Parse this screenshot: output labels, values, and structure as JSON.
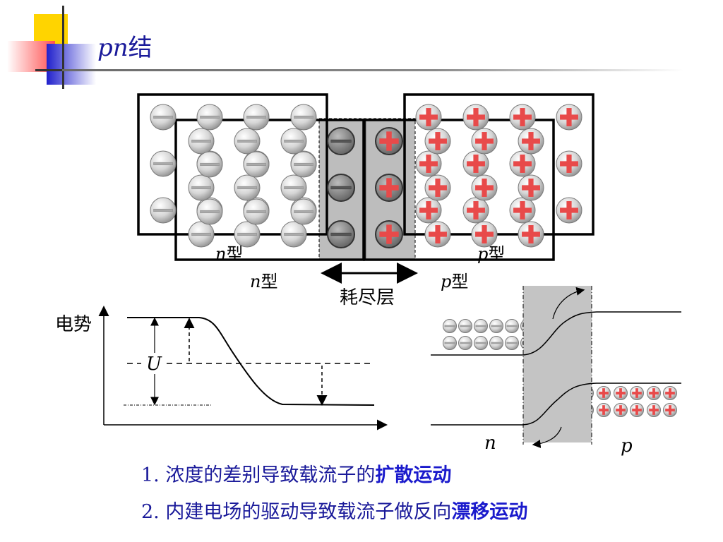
{
  "title": {
    "italic": "pn",
    "rest": "结"
  },
  "junction": {
    "n_label_back": "n",
    "n_suffix_back": "型",
    "n_label_front": "n",
    "n_suffix_front": "型",
    "p_label_back": "p",
    "p_suffix_back": "型",
    "p_label_front": "p",
    "p_suffix_front": "型",
    "depletion_label": "耗尽层"
  },
  "potential_plot": {
    "ylabel": "电势",
    "barrier_label": "U"
  },
  "band_diagram": {
    "n_label": "n",
    "p_label": "p"
  },
  "bullets": [
    {
      "number": "1.",
      "text": "浓度的差别导致载流子的",
      "emphasis": "扩散运动"
    },
    {
      "number": "2.",
      "text": "内建电场的驱动导致载流子做反向",
      "emphasis": "漂移运动"
    }
  ],
  "colors": {
    "title": "#1a1a9a",
    "emphasis": "#1a1acc",
    "positive_ion": "#e84a4a",
    "depletion_fill": "#bdbdbd",
    "deco_yellow": "#ffd400",
    "deco_red": "#ff4040",
    "deco_blue": "#2a2ad0"
  }
}
